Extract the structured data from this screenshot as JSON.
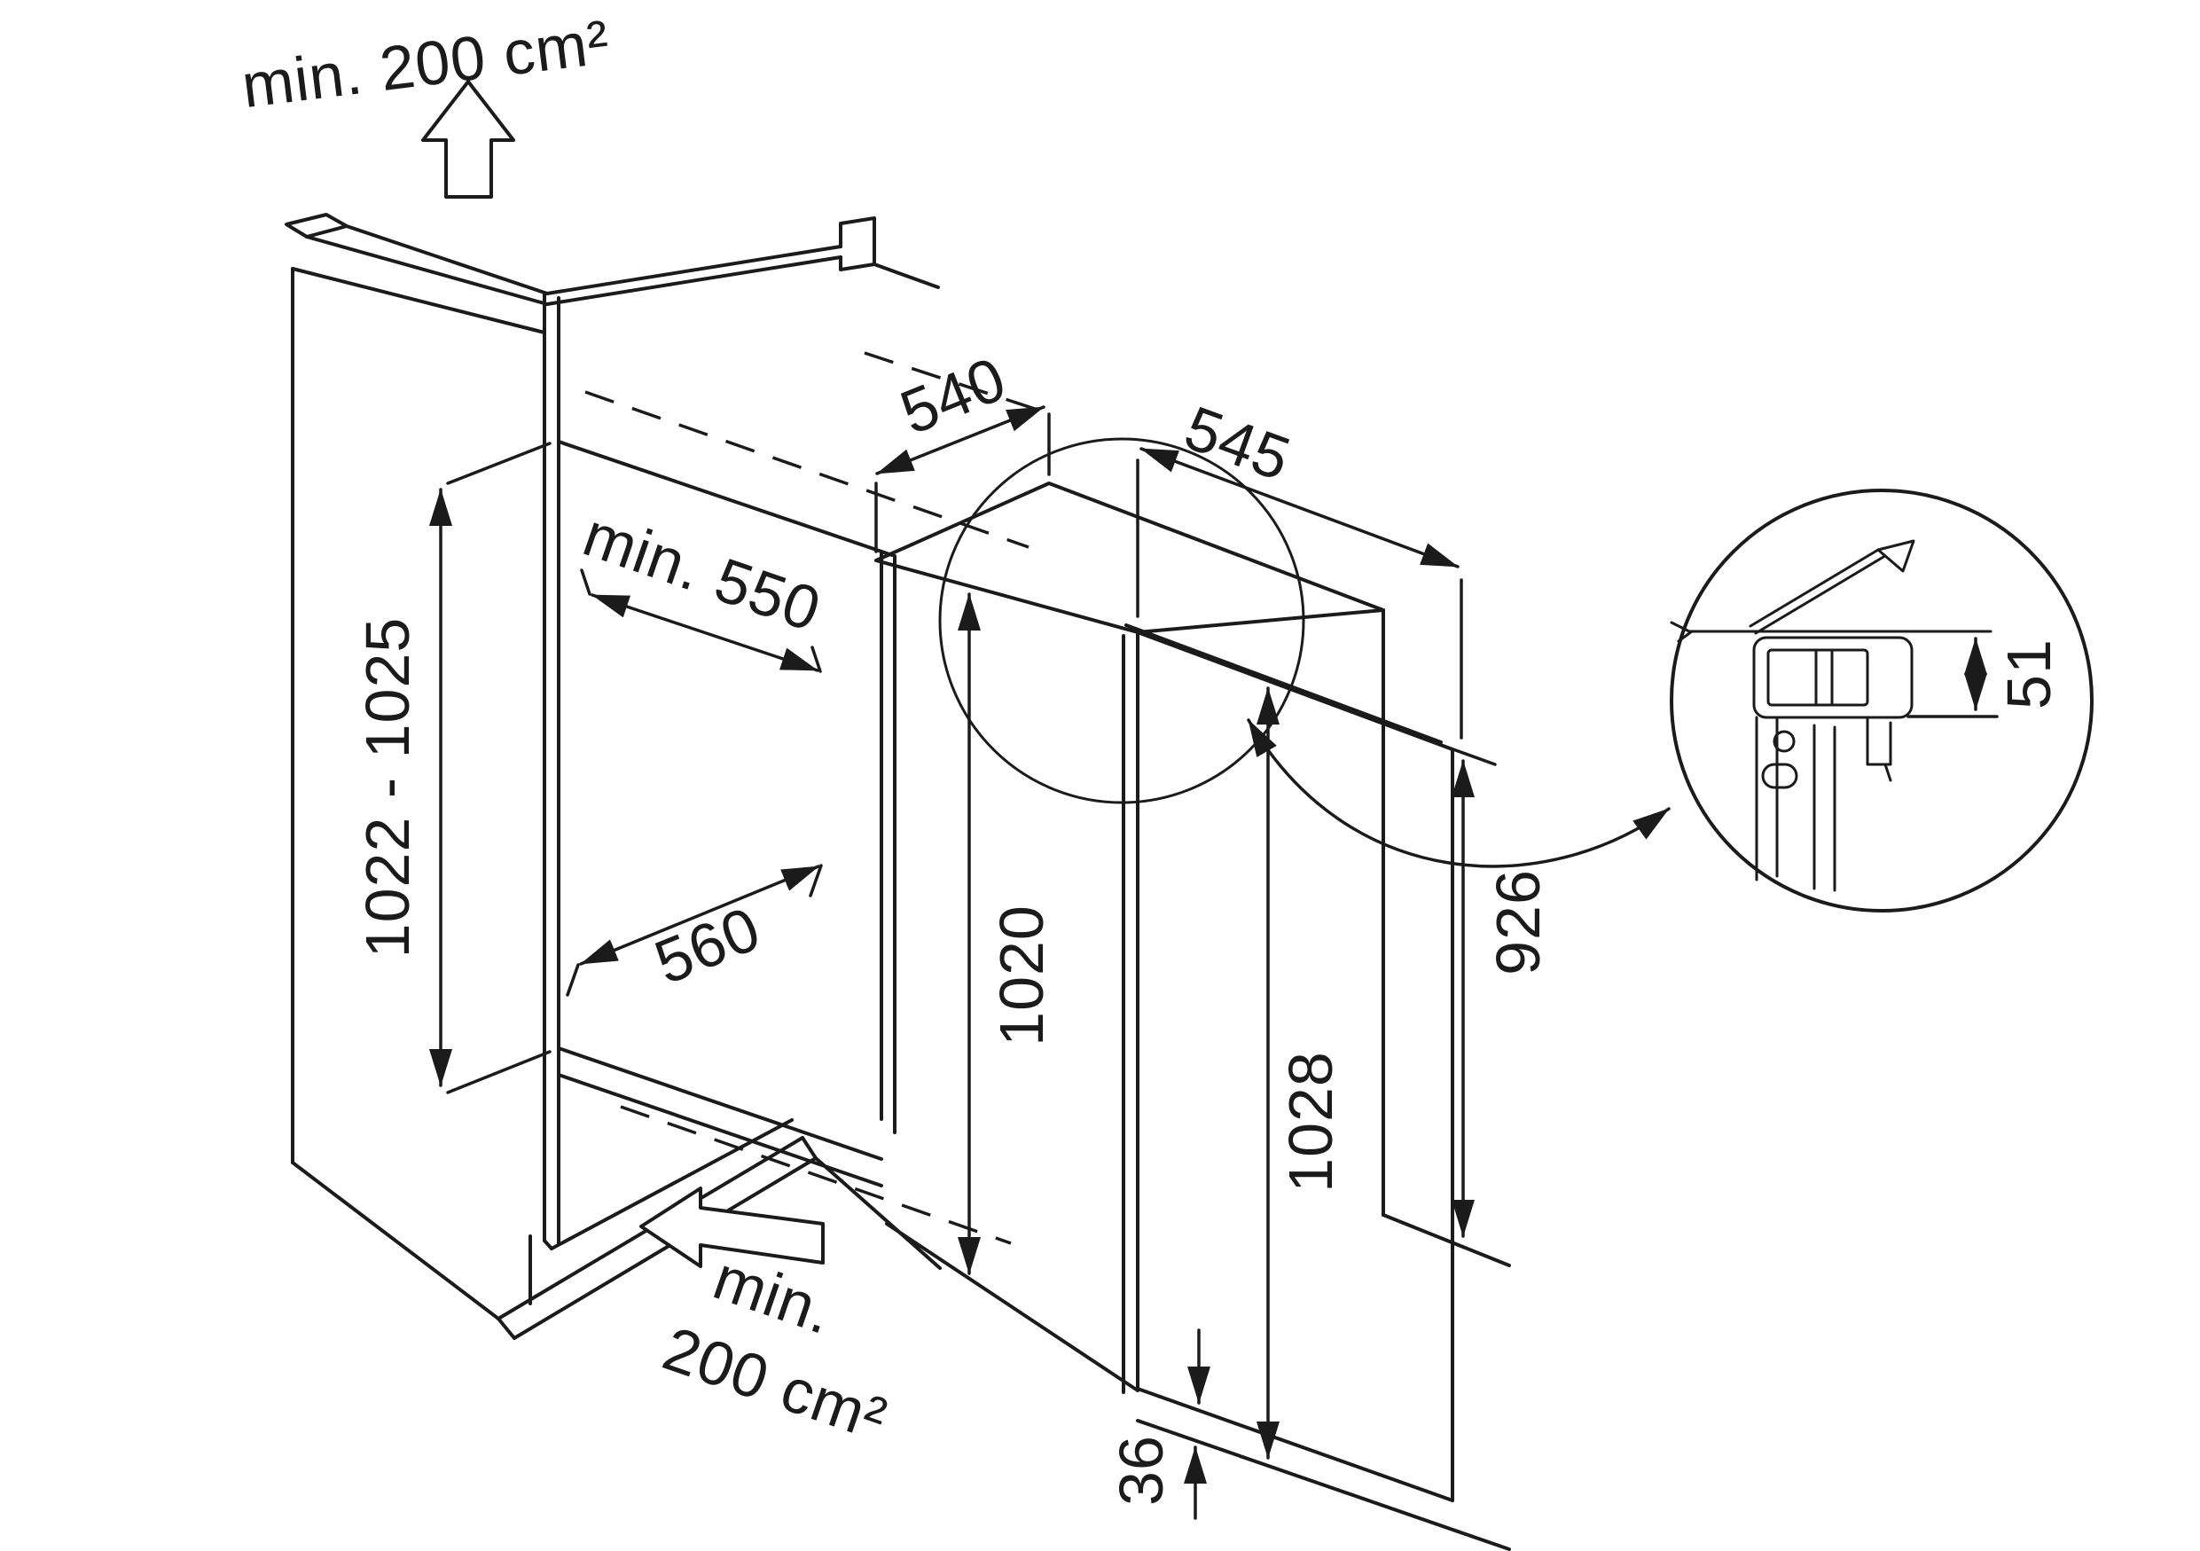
{
  "diagram": {
    "vent_top_label": "min. 200 cm²",
    "vent_bottom_label_line1": "min.",
    "vent_bottom_label_line2": "200 cm²",
    "niche": {
      "height_range": "1022 - 1025",
      "width_min": "min. 550",
      "depth": "560"
    },
    "appliance": {
      "depth": "540",
      "width": "545",
      "height_carcass": "1020",
      "height_door": "1028",
      "height_vent_rear": "926",
      "plinth_gap": "36"
    },
    "detail": {
      "hinge_clearance": "51"
    },
    "colors": {
      "line": "#1b1b1b",
      "background": "#ffffff"
    }
  }
}
